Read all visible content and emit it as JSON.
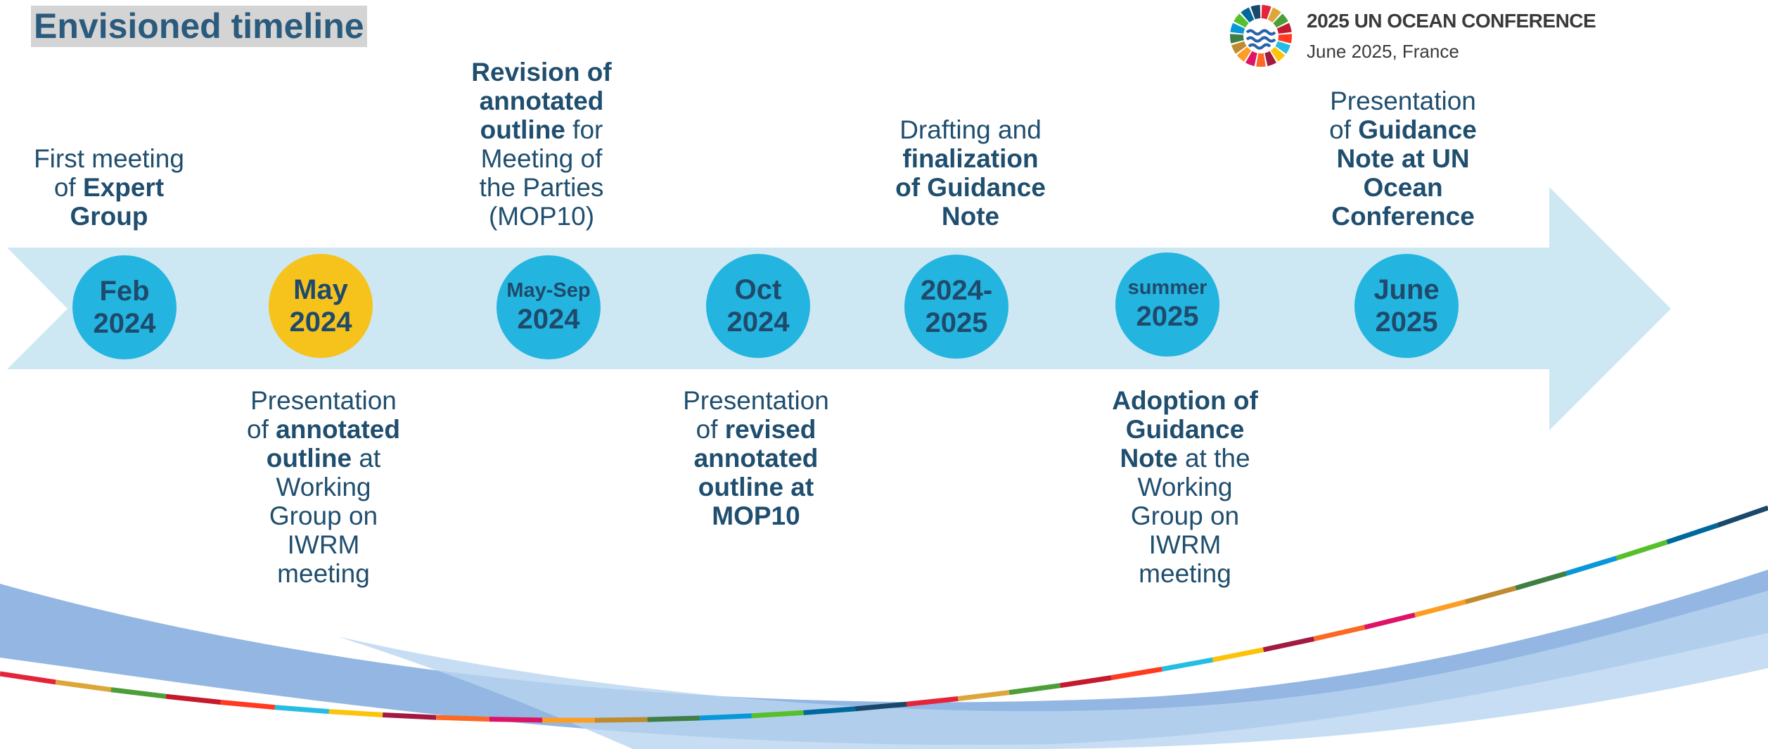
{
  "title": "Envisioned timeline",
  "conference": {
    "name": "2025 UN OCEAN CONFERENCE",
    "subtitle": "June 2025, France",
    "wheel_colors": [
      "#e5243b",
      "#dda63a",
      "#4c9f38",
      "#c5192d",
      "#ff3a21",
      "#26bde2",
      "#fcc30b",
      "#a21942",
      "#fd6925",
      "#dd1367",
      "#fd9d24",
      "#bf8b2e",
      "#3f7e44",
      "#0a97d9",
      "#56c02b",
      "#00689d",
      "#19486a"
    ]
  },
  "colors": {
    "arrow": "#cde8f3",
    "milestone_blue": "#23b5e0",
    "milestone_highlight": "#f6c31d",
    "text": "#1f4e6e",
    "wave_dark": "#6f9fd8",
    "wave_light": "#b9d5f0"
  },
  "milestones": [
    {
      "line1": "Feb",
      "line2": "2024",
      "highlight": false
    },
    {
      "line1": "May",
      "line2": "2024",
      "highlight": true
    },
    {
      "line1": "May-Sep",
      "line2": "2024",
      "highlight": false
    },
    {
      "line1": "Oct",
      "line2": "2024",
      "highlight": false
    },
    {
      "line1": "2024-",
      "line2": "2025",
      "highlight": false
    },
    {
      "line1": "summer",
      "line2": "2025",
      "highlight": false
    },
    {
      "line1": "June",
      "line2": "2025",
      "highlight": false
    }
  ],
  "labels": {
    "feb2024": {
      "p1": "First meeting",
      "p2": "of ",
      "b1": "Expert",
      "b2": "Group"
    },
    "may2024": {
      "p1": "Presentation",
      "p2": "of ",
      "b1": "annotated",
      "b2": "outline",
      "p3": " at",
      "p4": "Working",
      "p5": "Group on",
      "p6": "IWRM",
      "p7": "meeting"
    },
    "maysep2024": {
      "b1": "Revision of",
      "b2": "annotated",
      "b3": "outline",
      "p1": " for",
      "p2": "Meeting of",
      "p3": "the Parties",
      "p4": "(MOP10)"
    },
    "oct2024": {
      "p1": "Presentation",
      "p2": "of ",
      "b1": "revised",
      "b2": "annotated",
      "b3": "outline at",
      "b4": "MOP10"
    },
    "y2024_2025": {
      "p1": "Drafting and",
      "b1": "finalization",
      "b2": "of Guidance",
      "b3": "Note"
    },
    "summer2025": {
      "b1": "Adoption of",
      "b2": "Guidance",
      "b3": "Note",
      "p1": " at the",
      "p2": "Working",
      "p3": "Group on",
      "p4": "IWRM",
      "p5": "meeting"
    },
    "june2025": {
      "p1": "Presentation",
      "p2": "of ",
      "b1": "Guidance",
      "b2": "Note at UN",
      "b3": "Ocean",
      "b4": "Conference"
    }
  }
}
